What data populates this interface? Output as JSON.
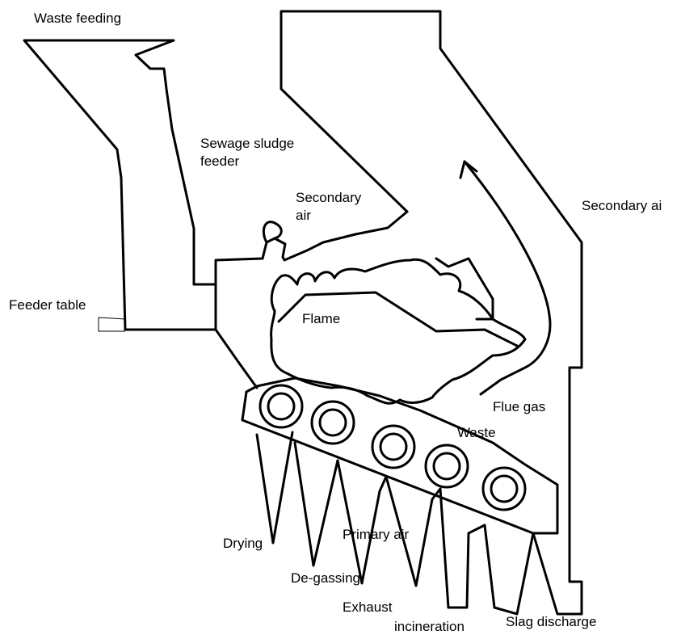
{
  "labels": {
    "waste_feeding": "Waste feeding",
    "sewage_sludge_feeder_line1": "Sewage sludge",
    "sewage_sludge_feeder_line2": "feeder",
    "secondary_air_left_line1": "Secondary",
    "secondary_air_left_line2": "air",
    "secondary_air_right": "Secondary ai",
    "feeder_table": "Feeder table",
    "flame": "Flame",
    "flue_gas": "Flue gas",
    "waste": "Waste",
    "drying": "Drying",
    "primary_air": "Primary air",
    "de_gassing": "De-gassing",
    "exhaust": "Exhaust",
    "incineration": "incineration",
    "slag_discharge": "Slag discharge"
  },
  "grate_rollers": 5,
  "colors": {
    "line": "#000000",
    "background": "#ffffff"
  }
}
